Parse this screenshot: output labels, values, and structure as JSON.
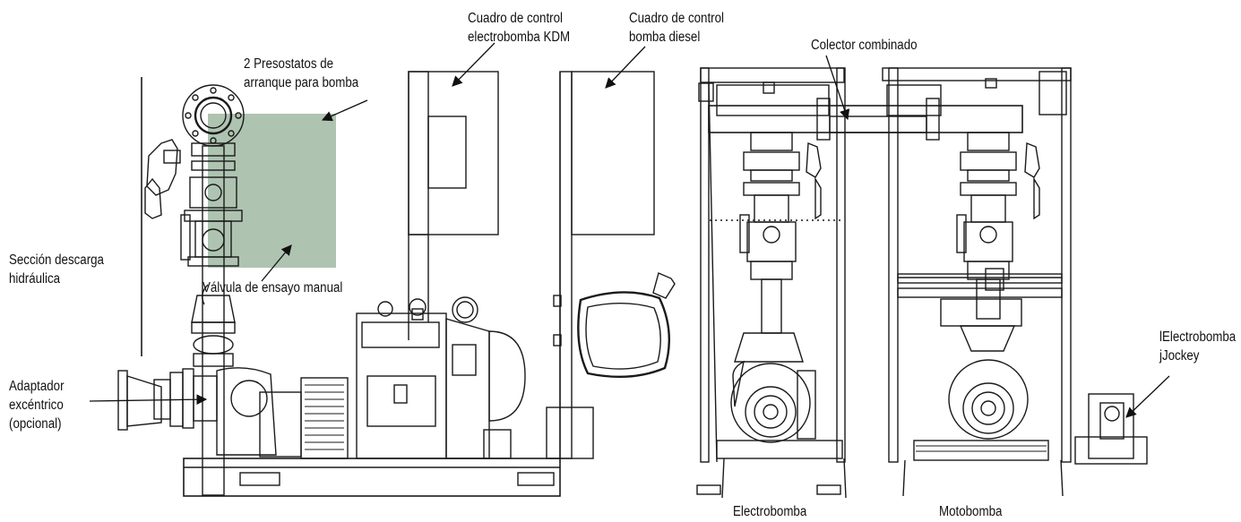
{
  "labels": {
    "control_box_kdm": [
      "Cuadro de control",
      "electrobomba KDM"
    ],
    "control_box_diesel": [
      "Cuadro de control",
      "bomba diesel"
    ],
    "combined_manifold": "Colector combinado",
    "pressure_switches": [
      "2 Presostatos de",
      "arranque para bomba"
    ],
    "discharge_section": [
      "Sección descarga",
      "hidráulica"
    ],
    "test_valve": "Válvula de ensayo manual",
    "eccentric_adapter": [
      "Adaptador",
      "excéntrico",
      "(opcional)"
    ],
    "jockey_pump": [
      "lElectrobomba",
      "jJockey"
    ],
    "electric_pump": "Electrobomba",
    "motor_pump": "Motobomba"
  },
  "colors": {
    "highlight": "#8fad93",
    "line": "#1a1a1a",
    "background": "#ffffff"
  }
}
